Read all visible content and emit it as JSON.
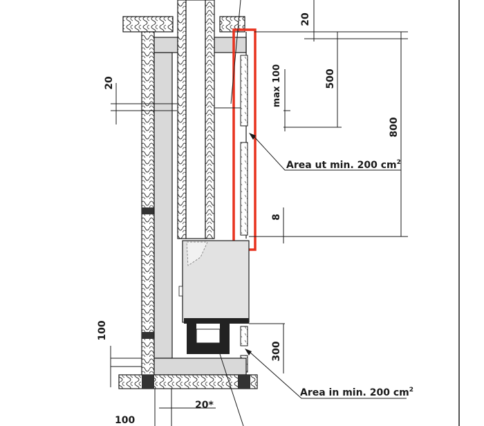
{
  "dimensions": {
    "top_gap": "20",
    "left_gap": "20",
    "max_vent_gap": "max 100",
    "upper_height": "500",
    "total_height": "800",
    "grille_gap": "8",
    "floor_height": "100",
    "lower_height": "300",
    "bottom_offset": "20*",
    "bottom_width": "100"
  },
  "callouts": {
    "outlet_prefix": "Area ut min. 200 cm",
    "inlet_prefix": "Area in min. 200 cm",
    "unit_power": "2"
  },
  "highlight": {
    "color": "#e8321e",
    "target": "outlet-grille"
  },
  "colors": {
    "line": "#1a1a1a",
    "gray_fill": "#d9d9d9",
    "stove_fill": "#e2e2e2",
    "dark": "#222222"
  }
}
